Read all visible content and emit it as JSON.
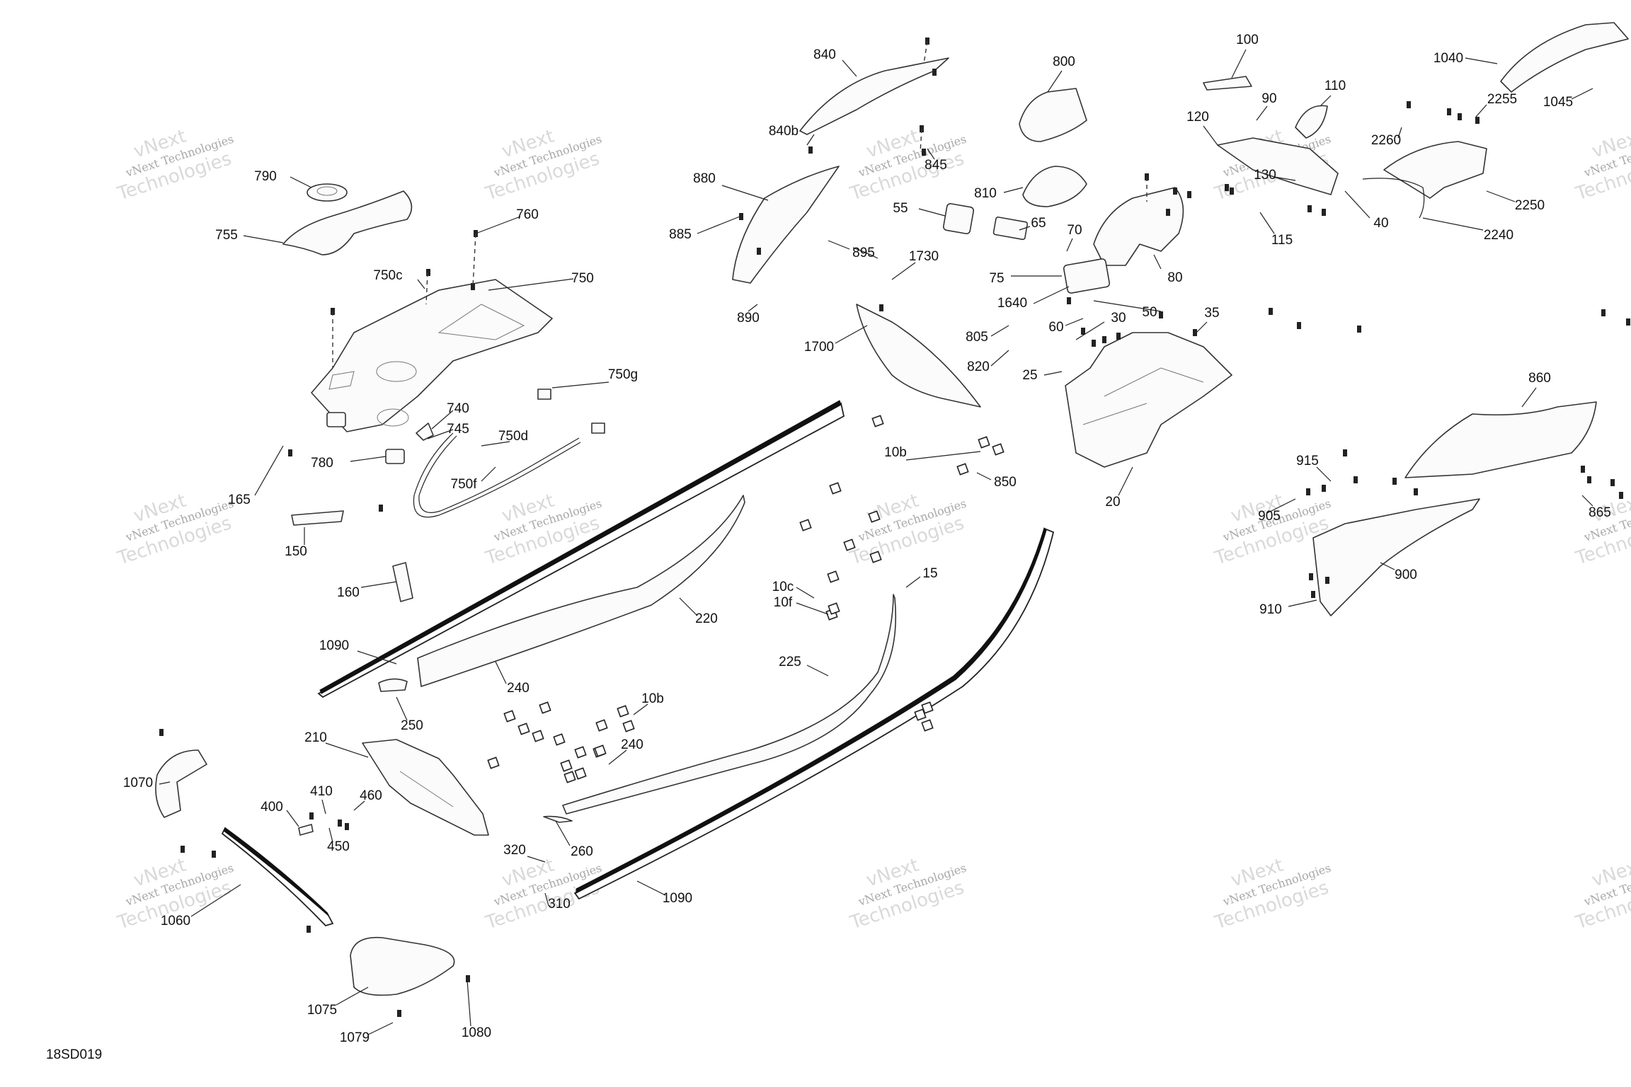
{
  "diagram": {
    "code": "18SD019",
    "watermark": {
      "line1": "vNext Technologies",
      "line2": "Technologies",
      "overlay": "vNext"
    },
    "labels": [
      "790",
      "755",
      "760",
      "750c",
      "750",
      "750g",
      "740",
      "745",
      "750d",
      "750f",
      "780",
      "165",
      "150",
      "160",
      "1090",
      "220",
      "240",
      "250",
      "840",
      "840b",
      "845",
      "880",
      "885",
      "895",
      "890",
      "1730",
      "1700",
      "800",
      "810",
      "55",
      "65",
      "70",
      "75",
      "80",
      "1640",
      "50",
      "60",
      "30",
      "35",
      "805",
      "820",
      "25",
      "20",
      "100",
      "110",
      "90",
      "120",
      "130",
      "115",
      "40",
      "1040",
      "1045",
      "2255",
      "2260",
      "2250",
      "2240",
      "10b",
      "850",
      "860",
      "915",
      "905",
      "865",
      "900",
      "910",
      "10c",
      "10f",
      "15",
      "225",
      "10b",
      "240",
      "210",
      "1070",
      "410",
      "460",
      "400",
      "450",
      "260",
      "320",
      "310",
      "1090",
      "1060",
      "1075",
      "1079",
      "1080"
    ]
  }
}
